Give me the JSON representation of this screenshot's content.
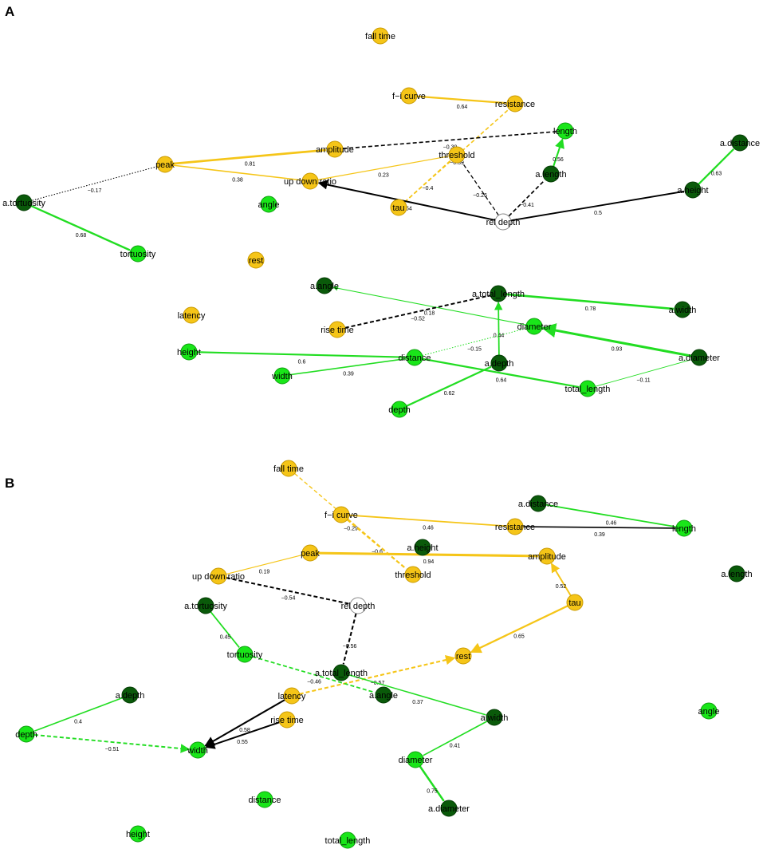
{
  "colors": {
    "electro": "#f5c518",
    "morpho_light": "#19e619",
    "morpho_dark": "#0a5a0a",
    "reldepth": "#ffffff",
    "edge_electro": "#f5c518",
    "edge_morpho": "#22dd22",
    "edge_black": "#000000"
  },
  "panels": [
    {
      "label": "A",
      "nodes": [
        {
          "id": "fall_time",
          "label": "fall time",
          "group": "electro"
        },
        {
          "id": "fi_curve",
          "label": "f−i curve",
          "group": "electro"
        },
        {
          "id": "resistance",
          "label": "resistance",
          "group": "electro"
        },
        {
          "id": "length",
          "label": "length",
          "group": "morpho_light"
        },
        {
          "id": "a_distance",
          "label": "a.distance",
          "group": "morpho_dark"
        },
        {
          "id": "amplitude",
          "label": "amplitude",
          "group": "electro"
        },
        {
          "id": "threshold",
          "label": "threshold",
          "group": "electro"
        },
        {
          "id": "peak",
          "label": "peak",
          "group": "electro"
        },
        {
          "id": "a_length",
          "label": "a.length",
          "group": "morpho_dark"
        },
        {
          "id": "up_down_ratio",
          "label": "up down ratio",
          "group": "electro"
        },
        {
          "id": "a_height",
          "label": "a.height",
          "group": "morpho_dark"
        },
        {
          "id": "a_tortuosity",
          "label": "a.tortuosity",
          "group": "morpho_dark"
        },
        {
          "id": "angle",
          "label": "angle",
          "group": "morpho_light"
        },
        {
          "id": "tau",
          "label": "tau",
          "group": "electro"
        },
        {
          "id": "rel_depth",
          "label": "rel depth",
          "group": "reldepth"
        },
        {
          "id": "tortuosity",
          "label": "tortuosity",
          "group": "morpho_light"
        },
        {
          "id": "rest",
          "label": "rest",
          "group": "electro"
        },
        {
          "id": "a_angle",
          "label": "a.angle",
          "group": "morpho_dark"
        },
        {
          "id": "a_total_length",
          "label": "a.total_length",
          "group": "morpho_dark"
        },
        {
          "id": "a_width",
          "label": "a.width",
          "group": "morpho_dark"
        },
        {
          "id": "latency",
          "label": "latency",
          "group": "electro"
        },
        {
          "id": "rise_time",
          "label": "rise time",
          "group": "electro"
        },
        {
          "id": "diameter",
          "label": "diameter",
          "group": "morpho_light"
        },
        {
          "id": "height",
          "label": "height",
          "group": "morpho_light"
        },
        {
          "id": "distance",
          "label": "distance",
          "group": "morpho_light"
        },
        {
          "id": "a_diameter",
          "label": "a.diameter",
          "group": "morpho_dark"
        },
        {
          "id": "a_depth",
          "label": "a.depth",
          "group": "morpho_dark"
        },
        {
          "id": "width",
          "label": "width",
          "group": "morpho_light"
        },
        {
          "id": "total_length",
          "label": "total_length",
          "group": "morpho_light"
        },
        {
          "id": "depth",
          "label": "depth",
          "group": "morpho_light"
        }
      ],
      "edges": [
        {
          "from": "fi_curve",
          "to": "resistance",
          "weight": "0.64",
          "color": "electro",
          "style": "solid"
        },
        {
          "from": "peak",
          "to": "amplitude",
          "weight": "0.81",
          "color": "electro",
          "style": "solid"
        },
        {
          "from": "peak",
          "to": "up_down_ratio",
          "weight": "0.38",
          "color": "electro",
          "style": "solid"
        },
        {
          "from": "up_down_ratio",
          "to": "threshold",
          "weight": "0.23",
          "color": "electro",
          "style": "solid"
        },
        {
          "from": "tau",
          "to": "resistance",
          "weight": "−0.39",
          "color": "electro",
          "style": "dashed"
        },
        {
          "from": "tau",
          "to": "threshold",
          "weight": "−0.4",
          "color": "electro",
          "style": "dashed"
        },
        {
          "from": "amplitude",
          "to": "length",
          "weight": "−0.39",
          "color": "black",
          "style": "dashed"
        },
        {
          "from": "peak",
          "to": "a_tortuosity",
          "weight": "−0.17",
          "color": "black",
          "style": "dotted"
        },
        {
          "from": "rel_depth",
          "to": "threshold",
          "weight": "−0.26",
          "color": "black",
          "style": "dashed"
        },
        {
          "from": "rel_depth",
          "to": "a_length",
          "weight": "−0.41",
          "color": "black",
          "style": "dashed"
        },
        {
          "from": "rel_depth",
          "to": "up_down_ratio",
          "weight": "0.54",
          "color": "black",
          "style": "solid",
          "arrow": true
        },
        {
          "from": "rel_depth",
          "to": "a_height",
          "weight": "0.5",
          "color": "black",
          "style": "solid"
        },
        {
          "from": "a_length",
          "to": "length",
          "weight": "0.56",
          "color": "morpho",
          "style": "solid",
          "arrow": true
        },
        {
          "from": "a_height",
          "to": "a_distance",
          "weight": "0.63",
          "color": "morpho",
          "style": "solid"
        },
        {
          "from": "a_tortuosity",
          "to": "tortuosity",
          "weight": "0.68",
          "color": "morpho",
          "style": "solid"
        },
        {
          "from": "a_total_length",
          "to": "a_width",
          "weight": "0.78",
          "color": "morpho",
          "style": "solid"
        },
        {
          "from": "diameter",
          "to": "a_angle",
          "weight": "0.18",
          "color": "morpho",
          "style": "solid",
          "arrow": true
        },
        {
          "from": "rise_time",
          "to": "a_total_length",
          "weight": "−0.52",
          "color": "black",
          "style": "dashed"
        },
        {
          "from": "a_depth",
          "to": "a_total_length",
          "weight": "0.44",
          "color": "morpho",
          "style": "solid",
          "arrow": true
        },
        {
          "from": "distance",
          "to": "diameter",
          "weight": "−0.15",
          "color": "morpho",
          "style": "dotted"
        },
        {
          "from": "a_diameter",
          "to": "diameter",
          "weight": "0.93",
          "color": "morpho",
          "style": "solid",
          "arrow": true
        },
        {
          "from": "height",
          "to": "distance",
          "weight": "0.6",
          "color": "morpho",
          "style": "solid"
        },
        {
          "from": "width",
          "to": "distance",
          "weight": "0.39",
          "color": "morpho",
          "style": "solid"
        },
        {
          "from": "distance",
          "to": "total_length",
          "weight": "0.64",
          "color": "morpho",
          "style": "solid"
        },
        {
          "from": "depth",
          "to": "a_depth",
          "weight": "0.62",
          "color": "morpho",
          "style": "solid"
        },
        {
          "from": "total_length",
          "to": "a_diameter",
          "weight": "−0.11",
          "color": "morpho",
          "style": "solid"
        }
      ]
    },
    {
      "label": "B",
      "nodes": [
        {
          "id": "fall_time",
          "label": "fall time",
          "group": "electro"
        },
        {
          "id": "a_distance",
          "label": "a.distance",
          "group": "morpho_dark"
        },
        {
          "id": "fi_curve",
          "label": "f−i curve",
          "group": "electro"
        },
        {
          "id": "resistance",
          "label": "resistance",
          "group": "electro"
        },
        {
          "id": "length",
          "label": "length",
          "group": "morpho_light"
        },
        {
          "id": "a_height",
          "label": "a.height",
          "group": "morpho_dark"
        },
        {
          "id": "peak",
          "label": "peak",
          "group": "electro"
        },
        {
          "id": "amplitude",
          "label": "amplitude",
          "group": "electro"
        },
        {
          "id": "up_down_ratio",
          "label": "up down ratio",
          "group": "electro"
        },
        {
          "id": "threshold",
          "label": "threshold",
          "group": "electro"
        },
        {
          "id": "a_length",
          "label": "a.length",
          "group": "morpho_dark"
        },
        {
          "id": "tau",
          "label": "tau",
          "group": "electro"
        },
        {
          "id": "a_tortuosity",
          "label": "a.tortuosity",
          "group": "morpho_dark"
        },
        {
          "id": "rel_depth",
          "label": "rel depth",
          "group": "reldepth"
        },
        {
          "id": "tortuosity",
          "label": "tortuosity",
          "group": "morpho_light"
        },
        {
          "id": "rest",
          "label": "rest",
          "group": "electro"
        },
        {
          "id": "a_total_length",
          "label": "a.total_length",
          "group": "morpho_dark"
        },
        {
          "id": "latency",
          "label": "latency",
          "group": "electro"
        },
        {
          "id": "a_angle",
          "label": "a.angle",
          "group": "morpho_dark"
        },
        {
          "id": "a_depth",
          "label": "a.depth",
          "group": "morpho_dark"
        },
        {
          "id": "angle",
          "label": "angle",
          "group": "morpho_light"
        },
        {
          "id": "a_width",
          "label": "a.width",
          "group": "morpho_dark"
        },
        {
          "id": "rise_time",
          "label": "rise time",
          "group": "electro"
        },
        {
          "id": "depth",
          "label": "depth",
          "group": "morpho_light"
        },
        {
          "id": "width",
          "label": "width",
          "group": "morpho_light"
        },
        {
          "id": "diameter",
          "label": "diameter",
          "group": "morpho_light"
        },
        {
          "id": "distance",
          "label": "distance",
          "group": "morpho_light"
        },
        {
          "id": "a_diameter",
          "label": "a.diameter",
          "group": "morpho_dark"
        },
        {
          "id": "height",
          "label": "height",
          "group": "morpho_light"
        },
        {
          "id": "total_length",
          "label": "total_length",
          "group": "morpho_light"
        }
      ],
      "edges": [
        {
          "from": "fall_time",
          "to": "threshold",
          "weight": "−0.29",
          "color": "electro",
          "style": "dashed"
        },
        {
          "from": "fi_curve",
          "to": "resistance",
          "weight": "0.46",
          "color": "electro",
          "style": "solid"
        },
        {
          "from": "a_distance",
          "to": "length",
          "weight": "0.46",
          "color": "morpho",
          "style": "solid"
        },
        {
          "from": "resistance",
          "to": "length",
          "weight": "0.39",
          "color": "black",
          "style": "solid"
        },
        {
          "from": "fi_curve",
          "to": "threshold",
          "weight": "−0.6",
          "color": "electro",
          "style": "dashed"
        },
        {
          "from": "peak",
          "to": "amplitude",
          "weight": "0.94",
          "color": "electro",
          "style": "solid"
        },
        {
          "from": "up_down_ratio",
          "to": "peak",
          "weight": "0.19",
          "color": "electro",
          "style": "solid"
        },
        {
          "from": "tau",
          "to": "amplitude",
          "weight": "0.52",
          "color": "electro",
          "style": "solid",
          "arrow": true
        },
        {
          "from": "up_down_ratio",
          "to": "rel_depth",
          "weight": "−0.54",
          "color": "black",
          "style": "dashed"
        },
        {
          "from": "a_tortuosity",
          "to": "tortuosity",
          "weight": "0.45",
          "color": "morpho",
          "style": "solid"
        },
        {
          "from": "tau",
          "to": "rest",
          "weight": "0.65",
          "color": "electro",
          "style": "solid",
          "arrow": true
        },
        {
          "from": "rel_depth",
          "to": "a_total_length",
          "weight": "−0.56",
          "color": "black",
          "style": "dashed"
        },
        {
          "from": "latency",
          "to": "rest",
          "weight": "−0.57",
          "color": "electro",
          "style": "dashed",
          "arrow": true
        },
        {
          "from": "tortuosity",
          "to": "a_angle",
          "weight": "−0.46",
          "color": "morpho",
          "style": "dashed"
        },
        {
          "from": "a_total_length",
          "to": "a_width",
          "weight": "0.37",
          "color": "morpho",
          "style": "solid"
        },
        {
          "from": "a_depth",
          "to": "depth",
          "weight": "0.4",
          "color": "morpho",
          "style": "solid"
        },
        {
          "from": "depth",
          "to": "width",
          "weight": "−0.51",
          "color": "morpho",
          "style": "dashed",
          "arrow": true
        },
        {
          "from": "latency",
          "to": "width",
          "weight": "0.58",
          "color": "black",
          "style": "solid",
          "arrow": true
        },
        {
          "from": "rise_time",
          "to": "width",
          "weight": "0.55",
          "color": "black",
          "style": "solid",
          "arrow": true
        },
        {
          "from": "a_width",
          "to": "diameter",
          "weight": "0.41",
          "color": "morpho",
          "style": "solid"
        },
        {
          "from": "diameter",
          "to": "a_diameter",
          "weight": "0.75",
          "color": "morpho",
          "style": "solid"
        }
      ]
    }
  ]
}
